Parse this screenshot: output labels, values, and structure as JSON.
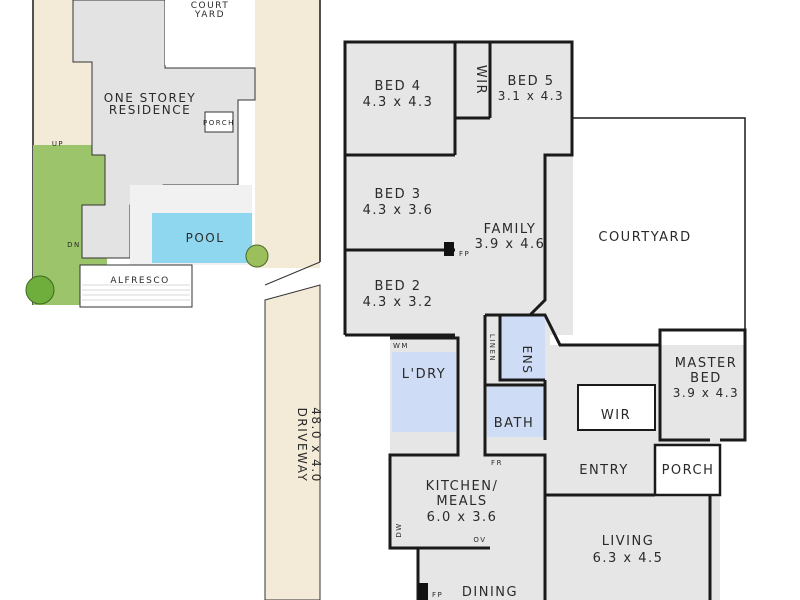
{
  "site_plan": {
    "courtyard": [
      "COURT",
      "YARD"
    ],
    "residence": [
      "ONE STOREY",
      "RESIDENCE"
    ],
    "porch": "PORCH",
    "up": "UP",
    "dn": "DN",
    "pool": "POOL",
    "alfresco": "ALFRESCO",
    "driveway": "DRIVEWAY",
    "driveway_size": "48.0 x 4.0"
  },
  "colors": {
    "room": "#e6e6e6",
    "wet": "#cfdcf5",
    "lawn": "#9cc46a",
    "land": "#f3ead8",
    "pool": "#8fd6ef"
  },
  "floor_plan": {
    "bed4": {
      "name": "BED 4",
      "size": "4.3 x 4.3"
    },
    "wir1": "WIR",
    "bed5": {
      "name": "BED 5",
      "size": "3.1 x 4.3"
    },
    "bed3": {
      "name": "BED 3",
      "size": "4.3 x 3.6"
    },
    "family": {
      "name": "FAMILY",
      "size": "3.9 x 4.6"
    },
    "fp": "FP",
    "courtyard": "COURTYARD",
    "bed2": {
      "name": "BED 2",
      "size": "4.3 x 3.2"
    },
    "wm": "WM",
    "laundry": "L'DRY",
    "linen": "LINEN",
    "ens": "ENS",
    "bath": "BATH",
    "master": {
      "name": [
        "MASTER",
        "BED"
      ],
      "size": "3.9 x 4.3"
    },
    "wir2": "WIR",
    "fr": "FR",
    "entry": "ENTRY",
    "porch": "PORCH",
    "kitchen": {
      "name": [
        "KITCHEN/",
        "MEALS"
      ],
      "size": "6.0 x 3.6"
    },
    "dw": "DW",
    "ov": "OV",
    "living": {
      "name": "LIVING",
      "size": "6.3 x 4.5"
    },
    "dining": "DINING",
    "fp2": "FP"
  }
}
